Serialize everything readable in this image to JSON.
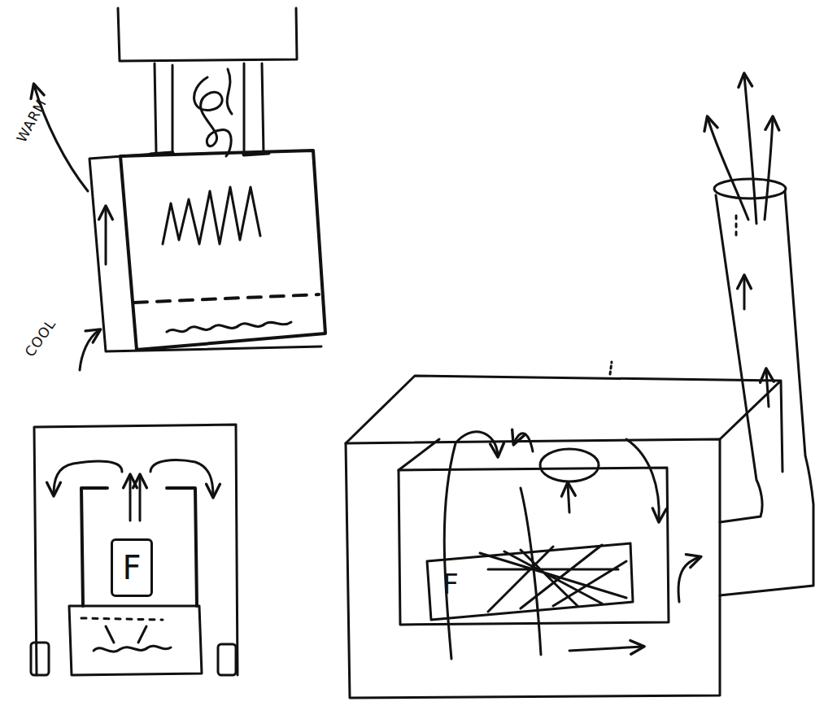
{
  "diagram": {
    "nodes": [
      {
        "text": [
          "F"
        ]
      },
      {
        "text": [
          "F"
        ]
      }
    ],
    "labels": [
      "WARM",
      "COOL"
    ]
  }
}
